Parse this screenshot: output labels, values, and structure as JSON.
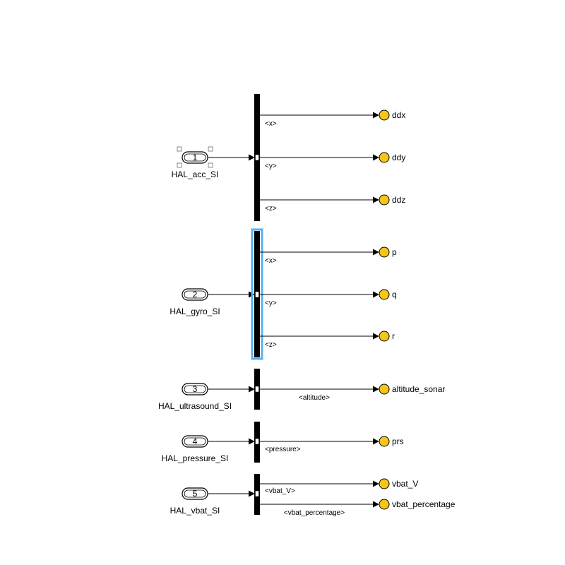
{
  "colors": {
    "goto_fill": "#f5c518",
    "selection_outline": "#55b1f0",
    "wire": "#000000"
  },
  "inports": [
    {
      "number": "1",
      "name": "HAL_acc_SI",
      "selected": true
    },
    {
      "number": "2",
      "name": "HAL_gyro_SI",
      "selected": false
    },
    {
      "number": "3",
      "name": "HAL_ultrasound_SI",
      "selected": false
    },
    {
      "number": "4",
      "name": "HAL_pressure_SI",
      "selected": false
    },
    {
      "number": "5",
      "name": "HAL_vbat_SI",
      "selected": false
    }
  ],
  "bus_selectors": [
    {
      "id": "acc",
      "selected": false,
      "outputs": [
        {
          "signal": "<x>",
          "target": "ddx"
        },
        {
          "signal": "<y>",
          "target": "ddy"
        },
        {
          "signal": "<z>",
          "target": "ddz"
        }
      ]
    },
    {
      "id": "gyro",
      "selected": true,
      "outputs": [
        {
          "signal": "<x>",
          "target": "p"
        },
        {
          "signal": "<y>",
          "target": "q"
        },
        {
          "signal": "<z>",
          "target": "r"
        }
      ]
    },
    {
      "id": "ultrasound",
      "selected": false,
      "outputs": [
        {
          "signal": "<altitude>",
          "target": "altitude_sonar"
        }
      ]
    },
    {
      "id": "pressure",
      "selected": false,
      "outputs": [
        {
          "signal": "<pressure>",
          "target": "prs"
        }
      ]
    },
    {
      "id": "vbat",
      "selected": false,
      "outputs": [
        {
          "signal": "<vbat_V>",
          "target": "vbat_V"
        },
        {
          "signal": "<vbat_percentage>",
          "target": "vbat_percentage"
        }
      ]
    }
  ]
}
